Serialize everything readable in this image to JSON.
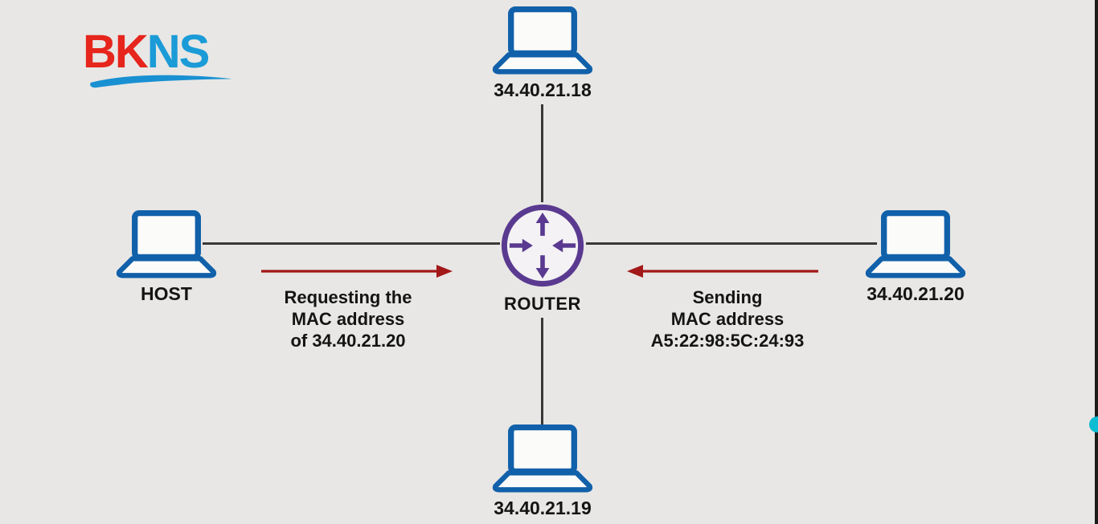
{
  "logo": {
    "part1": "BK",
    "part2": "NS"
  },
  "router": {
    "label": "ROUTER"
  },
  "nodes": {
    "top": {
      "label": "34.40.21.18"
    },
    "bottom": {
      "label": "34.40.21.19"
    },
    "left": {
      "label": "HOST"
    },
    "right": {
      "label": "34.40.21.20"
    }
  },
  "messages": {
    "request": {
      "lines": [
        "Requesting the",
        "MAC address",
        "of 34.40.21.20"
      ]
    },
    "response": {
      "lines": [
        "Sending",
        "MAC address",
        "A5:22:98:5C:24:93"
      ]
    }
  },
  "icons": {
    "laptop": "laptop-icon",
    "router": "router-arrows-icon",
    "request_arrow": "red-arrow-right-icon",
    "response_arrow": "red-arrow-left-icon"
  },
  "colors": {
    "background": "#e8e7e5",
    "laptop_blue": "#1160aa",
    "router_purple": "#5a3a90",
    "arrow_red": "#a31818",
    "link_line": "#383838",
    "text": "#141414",
    "logo_red": "#e6251c",
    "logo_blue": "#1b9bd7",
    "edge_bar": "#1d1b1a",
    "cyan_notch": "#0cbcd2"
  }
}
